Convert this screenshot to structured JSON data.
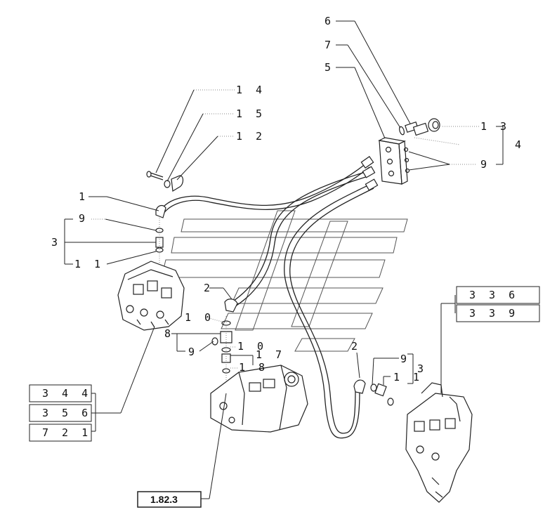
{
  "callouts": {
    "c6": "6",
    "c7": "7",
    "c5": "5",
    "c14": "1 4",
    "c15": "1 5",
    "c12": "1 2",
    "c13": "1 3",
    "c4": "4",
    "c9_right": "9",
    "c1": "1",
    "c9_left": "9",
    "c3_left": "3",
    "c11_left": "1 1",
    "c2_mid": "2",
    "c10_top": "1 0",
    "c8": "8",
    "c9_mid": "9",
    "c10_bot": "1 0",
    "c17": "1 7",
    "c18": "1 8",
    "c2_right": "2",
    "c9_lower": "9",
    "c3_lower": "3",
    "c11_lower": "1 1"
  },
  "ref_boxes": {
    "b336": "3 3 6",
    "b339": "3 3 9",
    "b344": "3 4 4",
    "b356": "3 5 6",
    "b721": "7 2 1"
  },
  "section_ref": "1.82.3"
}
